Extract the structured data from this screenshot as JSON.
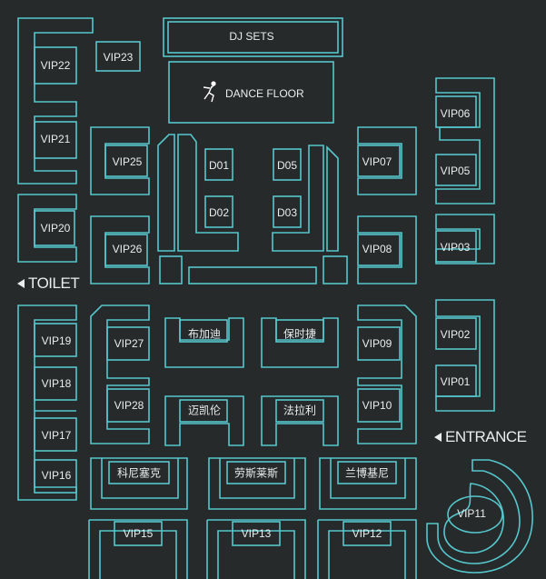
{
  "header": {
    "dj_sets": "DJ SETS",
    "dance_floor": "DANCE FLOOR"
  },
  "icons": {
    "dancer": "dancer-icon",
    "arrow": "triangle-left-icon"
  },
  "colors": {
    "background": "#262a2b",
    "outline": "#55c7cc",
    "text": "#e8eeee"
  },
  "signs": {
    "toilet": "TOILET",
    "entrance": "ENTRANCE"
  },
  "dance_tables": [
    "D01",
    "D05",
    "D02",
    "D03"
  ],
  "vip": {
    "v22": "VIP22",
    "v23": "VIP23",
    "v21": "VIP21",
    "v25": "VIP25",
    "v20": "VIP20",
    "v26": "VIP26",
    "v19": "VIP19",
    "v18": "VIP18",
    "v17": "VIP17",
    "v16": "VIP16",
    "v27": "VIP27",
    "v28": "VIP28",
    "v06": "VIP06",
    "v05": "VIP05",
    "v07": "VIP07",
    "v03": "VIP03",
    "v08": "VIP08",
    "v02": "VIP02",
    "v01": "VIP01",
    "v09": "VIP09",
    "v10": "VIP10",
    "v11": "VIP11",
    "v15": "VIP15",
    "v13": "VIP13",
    "v12": "VIP12"
  },
  "brand_booths": {
    "bugatti": "布加迪",
    "porsche": "保时捷",
    "mclaren": "迈凯伦",
    "ferrari": "法拉利",
    "koenigsegg": "科尼塞克",
    "ford": "劳斯莱斯",
    "lamborghini": "兰博基尼"
  }
}
